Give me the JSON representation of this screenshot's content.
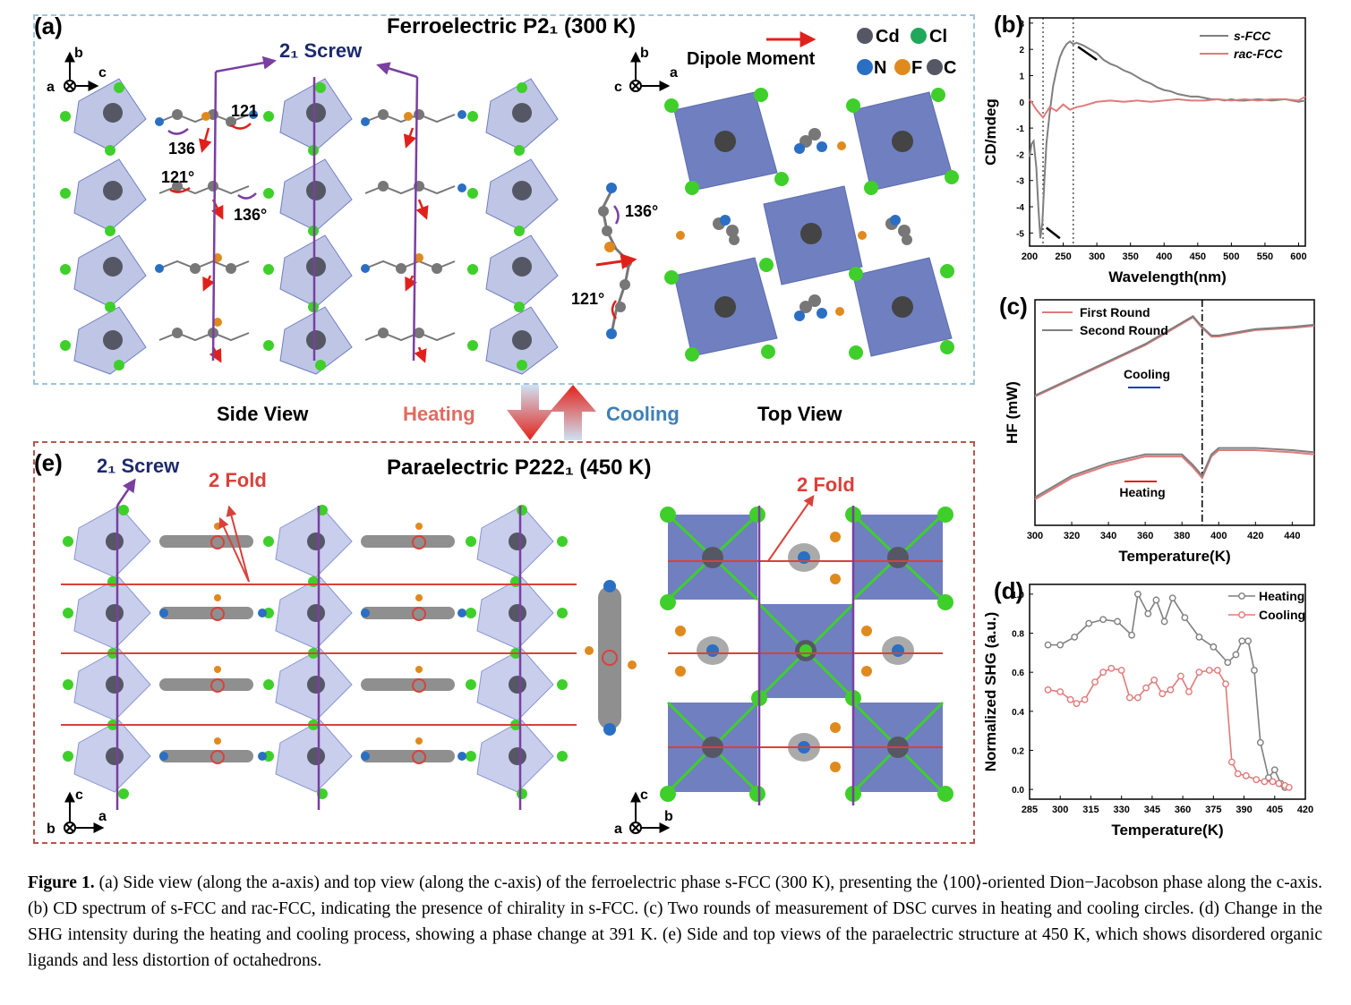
{
  "panel_a": {
    "label": "(a)",
    "title": "Ferroelectric P2₁ (300 K)",
    "screw_label": "2₁ Screw",
    "dipole_label": "Dipole Moment",
    "legend": [
      "Cd",
      "Cl",
      "N",
      "F",
      "C"
    ],
    "angle_121": "121°",
    "angle_136": "136°",
    "angle_136_cut": "136",
    "angle_121_cut": "121",
    "axes_side": [
      "a",
      "b",
      "c"
    ],
    "axes_top": [
      "c",
      "b",
      "a"
    ]
  },
  "middle": {
    "side_view": "Side View",
    "heating": "Heating",
    "cooling": "Cooling",
    "top_view": "Top View"
  },
  "panel_e": {
    "label": "(e)",
    "title": "Paraelectric P222₁ (450 K)",
    "screw_label": "2₁ Screw",
    "fold_label": "2 Fold",
    "axes_side": [
      "b",
      "a",
      "c"
    ],
    "axes_top": [
      "a",
      "b",
      "c"
    ]
  },
  "colors": {
    "cd": "#5a5a66",
    "cl": "#3fcf2b",
    "n": "#2a6fc4",
    "f": "#e08a1e",
    "c": "#6e6e6e",
    "octahedron": "#6f7fc0",
    "dipole": "#e0211b",
    "screw": "#7a3fa0",
    "fold": "#d9413a",
    "s_fcc": "#7f7f7f",
    "rac_fcc": "#e07a7a"
  },
  "chart_data": [
    {
      "panel": "(b)",
      "type": "line",
      "xlabel": "Wavelength(nm)",
      "ylabel": "CD/mdeg",
      "xlim": [
        200,
        610
      ],
      "ylim": [
        -5.5,
        3.2
      ],
      "xticks": [
        200,
        250,
        300,
        350,
        400,
        450,
        500,
        550,
        600
      ],
      "yticks": [
        -5,
        -4,
        -3,
        -2,
        -1,
        0,
        1,
        2,
        3
      ],
      "vlines": [
        220,
        265
      ],
      "series": [
        {
          "name": "s-FCC",
          "x": [
            200,
            203,
            206,
            210,
            213,
            216,
            219,
            222,
            225,
            230,
            235,
            240,
            245,
            250,
            255,
            260,
            265,
            270,
            280,
            290,
            300,
            310,
            320,
            330,
            340,
            350,
            360,
            370,
            380,
            390,
            400,
            410,
            420,
            430,
            440,
            450,
            460,
            470,
            480,
            490,
            500,
            510,
            520,
            540,
            560,
            580,
            600,
            610
          ],
          "y": [
            -2.1,
            -1.6,
            -1.5,
            -2.5,
            -4.0,
            -5.2,
            -4.6,
            -3.0,
            -1.6,
            -0.4,
            0.6,
            1.2,
            1.7,
            2.0,
            2.2,
            2.3,
            2.2,
            2.25,
            2.15,
            2.0,
            1.85,
            1.6,
            1.45,
            1.35,
            1.2,
            1.1,
            0.95,
            0.8,
            0.7,
            0.55,
            0.45,
            0.4,
            0.3,
            0.25,
            0.2,
            0.2,
            0.15,
            0.1,
            0.1,
            0.05,
            0.1,
            0.05,
            0.05,
            0.1,
            0.05,
            0.1,
            0.0,
            0.05
          ]
        },
        {
          "name": "rac-FCC",
          "x": [
            200,
            210,
            220,
            230,
            240,
            250,
            260,
            270,
            280,
            300,
            320,
            340,
            360,
            380,
            400,
            420,
            440,
            460,
            480,
            500,
            520,
            540,
            560,
            580,
            600,
            610
          ],
          "y": [
            0.1,
            -0.3,
            -0.6,
            -0.2,
            -0.35,
            -0.1,
            -0.3,
            -0.2,
            -0.15,
            0.0,
            0.05,
            0.0,
            0.05,
            0.0,
            0.05,
            0.1,
            0.05,
            0.05,
            0.1,
            0.05,
            0.1,
            0.05,
            0.1,
            0.1,
            0.05,
            0.2
          ]
        }
      ]
    },
    {
      "panel": "(c)",
      "type": "line",
      "xlabel": "Temperature(K)",
      "ylabel": "HF (mW)",
      "xlim": [
        300,
        452
      ],
      "xticks": [
        300,
        320,
        340,
        360,
        380,
        400,
        420,
        440
      ],
      "vline": 391,
      "annotations": [
        "Cooling",
        "Heating"
      ],
      "series": [
        {
          "name": "First Round",
          "group": "cooling",
          "x": [
            300,
            320,
            340,
            360,
            380,
            386,
            391,
            396,
            400,
            420,
            440,
            452
          ],
          "y": [
            0.58,
            0.66,
            0.74,
            0.82,
            0.92,
            0.95,
            0.9,
            0.86,
            0.86,
            0.89,
            0.9,
            0.91
          ]
        },
        {
          "name": "Second Round",
          "group": "cooling",
          "x": [
            300,
            320,
            340,
            360,
            380,
            386,
            391,
            396,
            400,
            420,
            440,
            452
          ],
          "y": [
            0.585,
            0.665,
            0.745,
            0.825,
            0.925,
            0.955,
            0.905,
            0.865,
            0.865,
            0.895,
            0.905,
            0.915
          ]
        },
        {
          "name": "First Round",
          "group": "heating",
          "x": [
            300,
            320,
            340,
            360,
            380,
            386,
            391,
            396,
            400,
            420,
            440,
            452
          ],
          "y": [
            0.1,
            0.2,
            0.26,
            0.3,
            0.3,
            0.25,
            0.2,
            0.3,
            0.33,
            0.33,
            0.32,
            0.31
          ]
        },
        {
          "name": "Second Round",
          "group": "heating",
          "x": [
            300,
            320,
            340,
            360,
            380,
            386,
            391,
            396,
            400,
            420,
            440,
            452
          ],
          "y": [
            0.11,
            0.21,
            0.27,
            0.31,
            0.31,
            0.26,
            0.21,
            0.31,
            0.34,
            0.34,
            0.33,
            0.32
          ]
        }
      ]
    },
    {
      "panel": "(d)",
      "type": "line",
      "xlabel": "Temperature(K)",
      "ylabel": "Normalized SHG (a.u.)",
      "xlim": [
        285,
        420
      ],
      "ylim": [
        -0.05,
        1.05
      ],
      "xticks": [
        285,
        300,
        315,
        330,
        345,
        360,
        375,
        390,
        405,
        420
      ],
      "yticks": [
        0.0,
        0.2,
        0.4,
        0.6,
        0.8,
        1.0
      ],
      "series": [
        {
          "name": "Heating",
          "x": [
            294,
            300,
            307,
            314,
            321,
            328,
            335,
            338,
            343,
            347,
            351,
            355,
            361,
            368,
            375,
            382,
            386,
            389,
            392,
            395,
            398,
            402,
            405,
            408,
            410
          ],
          "y": [
            0.74,
            0.74,
            0.78,
            0.85,
            0.87,
            0.86,
            0.79,
            1.0,
            0.9,
            0.97,
            0.86,
            0.98,
            0.88,
            0.78,
            0.73,
            0.65,
            0.69,
            0.76,
            0.76,
            0.61,
            0.24,
            0.06,
            0.1,
            0.03,
            0.01
          ]
        },
        {
          "name": "Cooling",
          "x": [
            294,
            300,
            305,
            308,
            312,
            317,
            321,
            325,
            330,
            334,
            338,
            342,
            346,
            350,
            354,
            359,
            363,
            368,
            373,
            377,
            381,
            384,
            387,
            391,
            396,
            400,
            404,
            407,
            410,
            412
          ],
          "y": [
            0.51,
            0.5,
            0.46,
            0.44,
            0.46,
            0.55,
            0.6,
            0.62,
            0.61,
            0.47,
            0.47,
            0.52,
            0.56,
            0.49,
            0.51,
            0.58,
            0.5,
            0.6,
            0.61,
            0.61,
            0.54,
            0.14,
            0.08,
            0.07,
            0.05,
            0.04,
            0.04,
            0.03,
            0.02,
            0.01
          ]
        }
      ]
    }
  ],
  "caption": {
    "label": "Figure 1.",
    "text": "(a) Side view (along the a-axis) and top view (along the c-axis) of the ferroelectric phase s-FCC (300 K), presenting the ⟨100⟩-oriented Dion−Jacobson phase along the c-axis. (b) CD spectrum of s-FCC and rac-FCC, indicating the presence of chirality in s-FCC. (c) Two rounds of measurement of DSC curves in heating and cooling circles. (d) Change in the SHG intensity during the heating and cooling process, showing a phase change at 391 K. (e) Side and top views of the paraelectric structure at 450 K, which shows disordered organic ligands and less distortion of octahedrons."
  }
}
